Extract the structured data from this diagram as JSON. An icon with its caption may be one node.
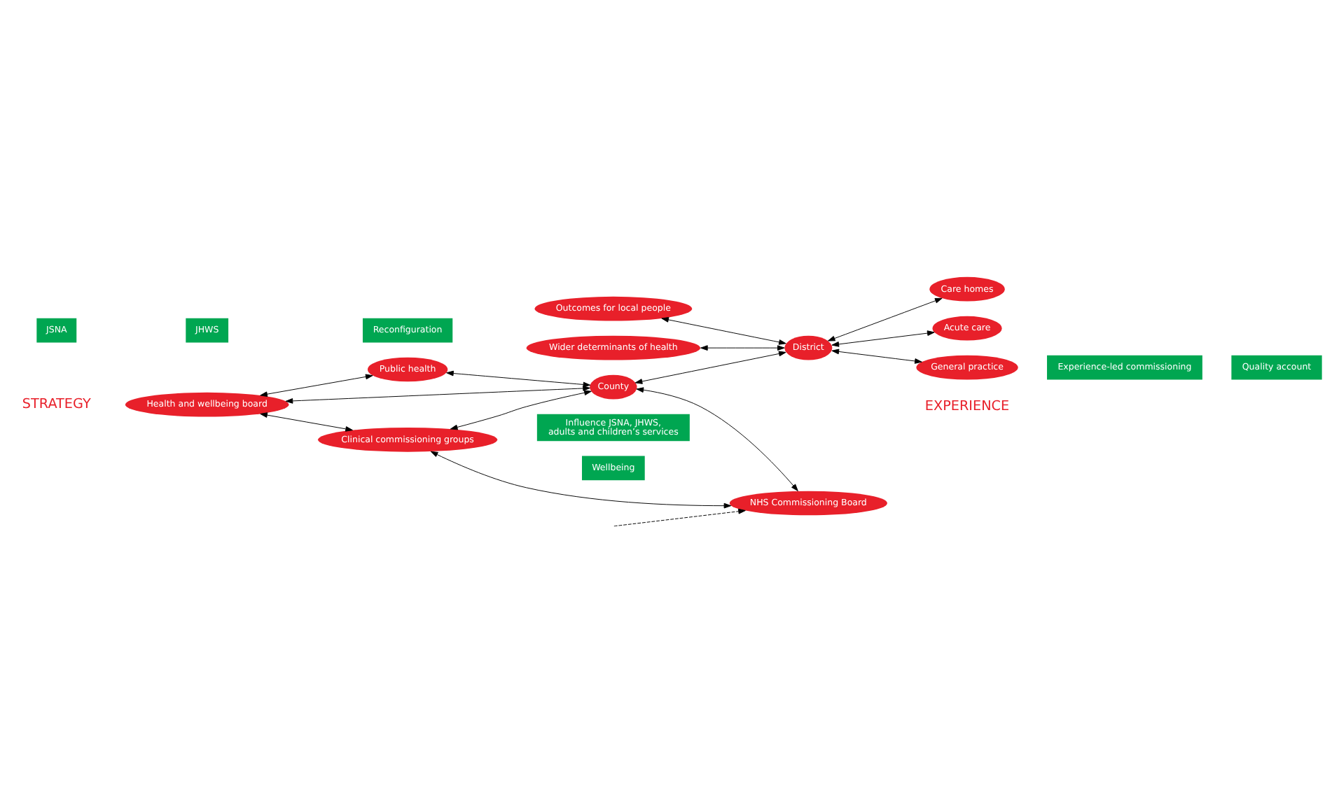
{
  "diagram": {
    "nodes": [
      {
        "text": [
          "Public health"
        ]
      },
      {
        "text": [
          "Health and wellbeing board"
        ]
      },
      {
        "text": [
          "Outcomes for local people"
        ]
      },
      {
        "text": [
          "Wider determinants of health"
        ]
      },
      {
        "text": [
          "Wellbeing"
        ]
      },
      {
        "text": [
          "Care homes"
        ]
      },
      {
        "text": [
          "JSNA"
        ]
      },
      {
        "text": [
          "County"
        ]
      },
      {
        "text": [
          "District"
        ]
      },
      {
        "text": [
          "JHWS"
        ]
      },
      {
        "text": [
          "Clinical commissioning groups"
        ]
      },
      {
        "text": [
          "Reconfiguration"
        ]
      },
      {
        "text": [
          "Influence JSNA, JHWS, adults and children’s services"
        ]
      },
      {
        "text": [
          "Acute care"
        ]
      },
      {
        "text": [
          "NHS Commissioning Board"
        ]
      },
      {
        "text": [
          "General practice"
        ]
      },
      {
        "text": [
          "Experience-led commissioning"
        ]
      },
      {
        "text": [
          "Quality account"
        ]
      }
    ],
    "edges": [
      {
        "from": 1,
        "to": 0,
        "arrow": "both"
      },
      {
        "from": 1,
        "to": 7,
        "arrow": "both"
      },
      {
        "from": 1,
        "to": 10,
        "arrow": "both"
      },
      {
        "from": 0,
        "to": 7,
        "arrow": "both"
      },
      {
        "from": 10,
        "to": 7,
        "arrow": "both"
      },
      {
        "from": 7,
        "to": 14,
        "arrow": "both"
      },
      {
        "from": 10,
        "to": 14,
        "arrow": "both"
      },
      {
        "from": 7,
        "to": 8,
        "arrow": "both"
      },
      {
        "from": 2,
        "to": 8,
        "arrow": "both"
      },
      {
        "from": 3,
        "to": 8,
        "arrow": "both"
      },
      {
        "from": 8,
        "to": 5,
        "arrow": "both"
      },
      {
        "from": 8,
        "to": 13,
        "arrow": "both"
      },
      {
        "from": 8,
        "to": 15,
        "arrow": "both"
      },
      {
        "from": null,
        "to": 14,
        "arrow": "to",
        "style": "dashed"
      }
    ],
    "labels": [
      "STRATEGY",
      "EXPERIENCE"
    ]
  }
}
